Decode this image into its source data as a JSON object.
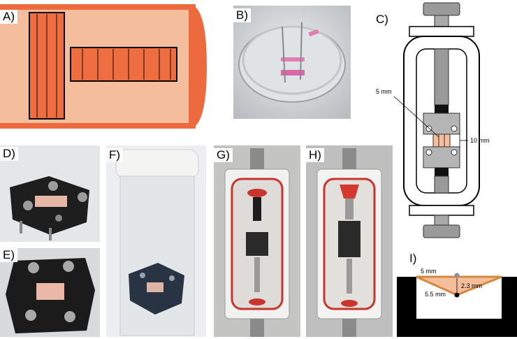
{
  "panels": {
    "A": "A)",
    "B": "B)",
    "C": "C)",
    "D": "D)",
    "E": "E)",
    "F": "F)",
    "G": "G)",
    "H": "H)",
    "I": "I)"
  },
  "annotations_c": {
    "top_dim": "5 mm",
    "side_dim": "10 mm"
  },
  "annotations_i": {
    "top_width": "5 mm",
    "depth": "2.3 mm",
    "slant": "5.5 mm"
  },
  "colors": {
    "tissue": "#f4bd9b",
    "strip": "#ee6e42",
    "tissue_edge": "#e8663a",
    "incision": "#d4873f"
  }
}
